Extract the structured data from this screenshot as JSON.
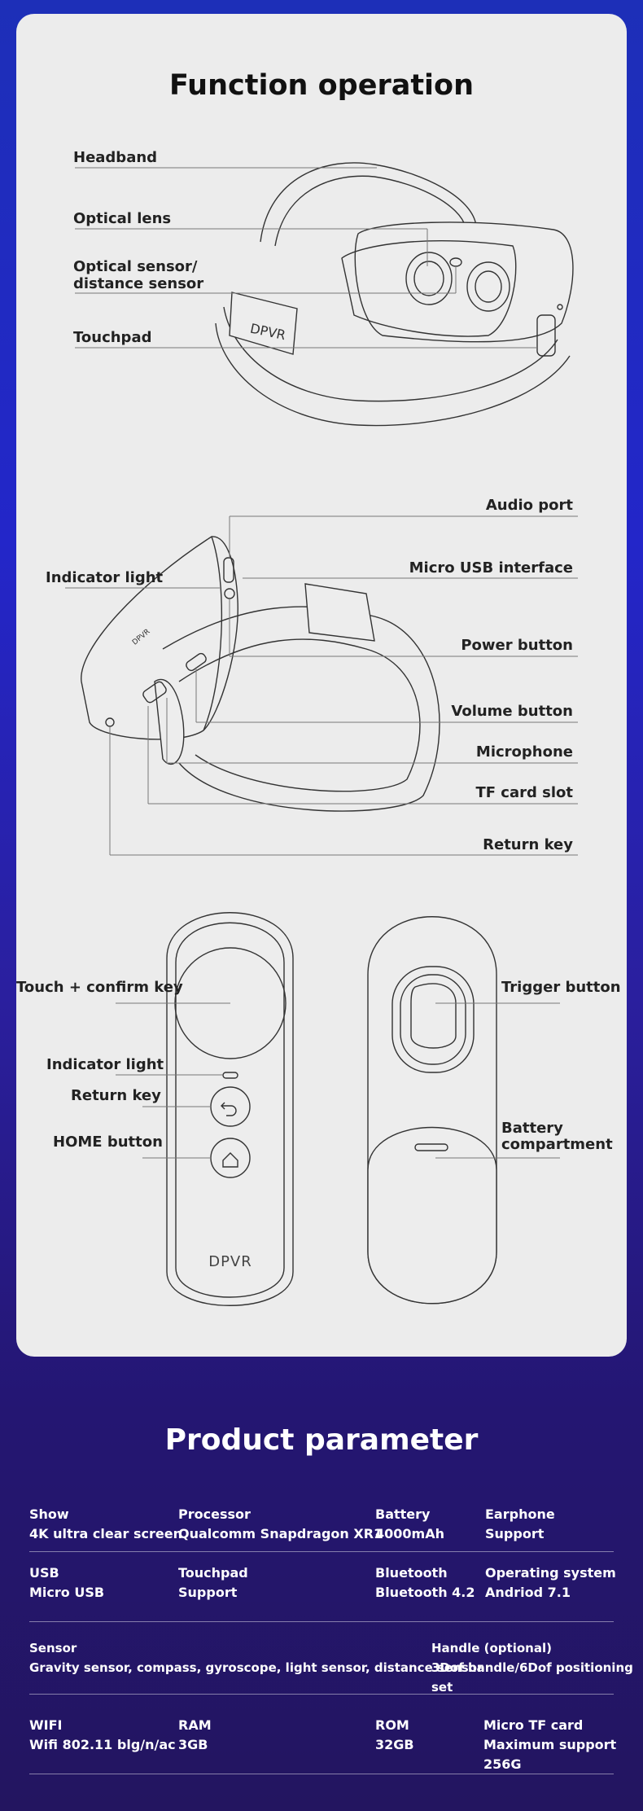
{
  "function_section": {
    "title": "Function operation",
    "headset_labels": {
      "headband": "Headband",
      "optical_lens": "Optical lens",
      "optical_sensor_line1": "Optical sensor/",
      "optical_sensor_line2": "distance sensor",
      "touchpad": "Touchpad"
    },
    "side_labels": {
      "audio_port": "Audio port",
      "indicator_light": "Indicator light",
      "micro_usb": "Micro USB interface",
      "power_button": "Power button",
      "volume_button": "Volume button",
      "microphone": "Microphone",
      "tf_card_slot": "TF card slot",
      "return_key": "Return key"
    },
    "controller_labels": {
      "touch_confirm": "Touch + confirm key",
      "indicator_light": "Indicator light",
      "return_key": "Return key",
      "home_button": "HOME button",
      "trigger_button": "Trigger button",
      "battery_line1": "Battery",
      "battery_line2": "compartment"
    },
    "brand": "DPVR"
  },
  "parameter_section": {
    "title": "Product parameter",
    "rows": [
      [
        {
          "label": "Show",
          "value": "4K ultra clear screen"
        },
        {
          "label": "Processor",
          "value": "Qualcomm Snapdragon XR1"
        },
        {
          "label": "Battery",
          "value": "4000mAh"
        },
        {
          "label": "Earphone",
          "value": "Support"
        }
      ],
      [
        {
          "label": "USB",
          "value": "Micro USB"
        },
        {
          "label": "Touchpad",
          "value": "Support"
        },
        {
          "label": "Bluetooth",
          "value": "Bluetooth 4.2"
        },
        {
          "label": "Operating system",
          "value": "Andriod 7.1"
        }
      ],
      [
        {
          "label": "Sensor",
          "value": "Gravity sensor, compass, gyroscope, light sensor, distance sensor"
        },
        {
          "label": "Handle (optional)",
          "value": "3Dof handle/6Dof positioning set"
        }
      ],
      [
        {
          "label": "WIFI",
          "value": "Wifi 802.11 blg/n/ac"
        },
        {
          "label": "RAM",
          "value": "3GB"
        },
        {
          "label": "ROM",
          "value": "32GB"
        },
        {
          "label": "Micro TF card",
          "value": "Maximum support 256G"
        }
      ]
    ]
  }
}
